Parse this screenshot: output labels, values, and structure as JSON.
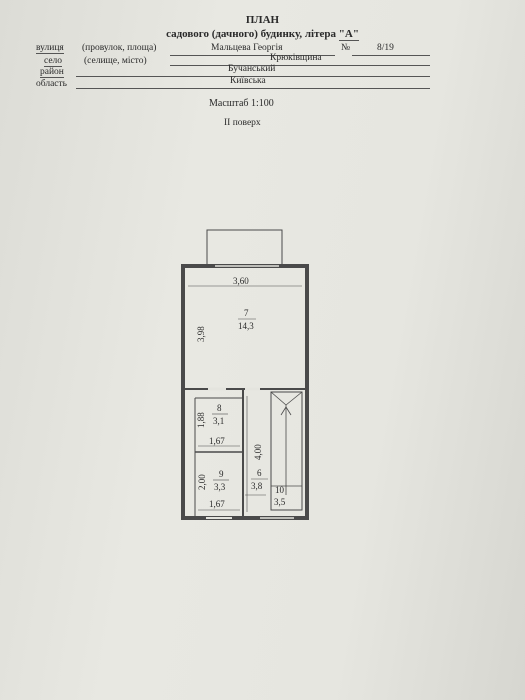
{
  "header": {
    "title": "ПЛАН",
    "subtitle_prefix": "садового (дачного) будинку, літера ",
    "litera": "\"А\""
  },
  "address": {
    "street_label": "вулиця",
    "street_alt": "(провулок, площа)",
    "street_value": "Мальцева Георгія",
    "number_label": "№",
    "number_value": "8/19",
    "village_label": "село",
    "village_alt": "(селище, місто)",
    "village_value": "Крюківщина",
    "district_label": "район",
    "district_value": "Бучанський",
    "region_label": "область",
    "region_value": "Київська"
  },
  "scale": "Масштаб 1:100",
  "floor": "II поверх",
  "plan": {
    "top_width": "3,60",
    "left_height": "3,98",
    "rooms": [
      {
        "number": "7",
        "area": "14,3"
      },
      {
        "number": "8",
        "area": "3,1"
      },
      {
        "number": "9",
        "area": "3,3"
      },
      {
        "number": "6",
        "area": "3,8"
      },
      {
        "number": "10",
        "area": "3,5"
      }
    ],
    "room8_height": "1,88",
    "room8_width": "1,67",
    "room9_height": "2,00",
    "room9_width": "1,67",
    "room6_height": "4,00"
  }
}
